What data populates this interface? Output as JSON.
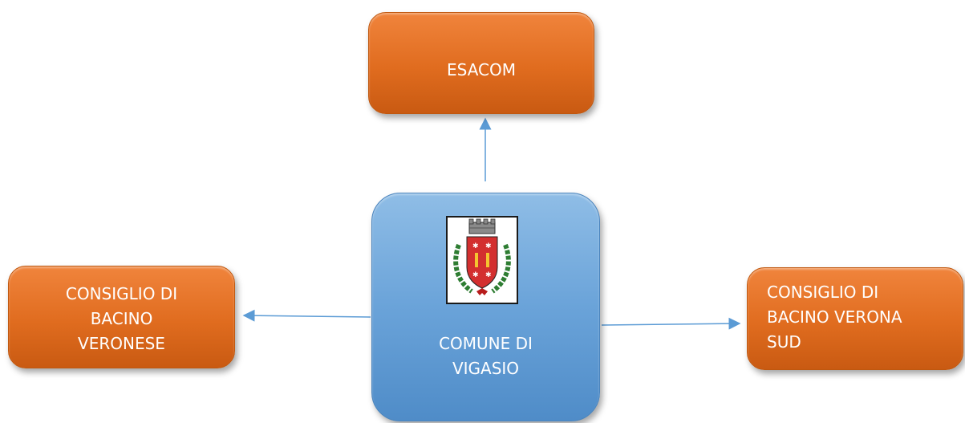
{
  "nodes": {
    "top": "ESACOM",
    "left": "CONSIGLIO DI\nBACINO\nVERONESE",
    "right": "CONSIGLIO DI\nBACINO VERONA\nSUD",
    "center": "COMUNE DI\nVIGASIO"
  },
  "crest": {
    "icon": "municipal-coat-of-arms-icon"
  },
  "colors": {
    "orange": "#e06c1f",
    "blue": "#6aa3d9",
    "arrow": "#5b9bd5"
  }
}
